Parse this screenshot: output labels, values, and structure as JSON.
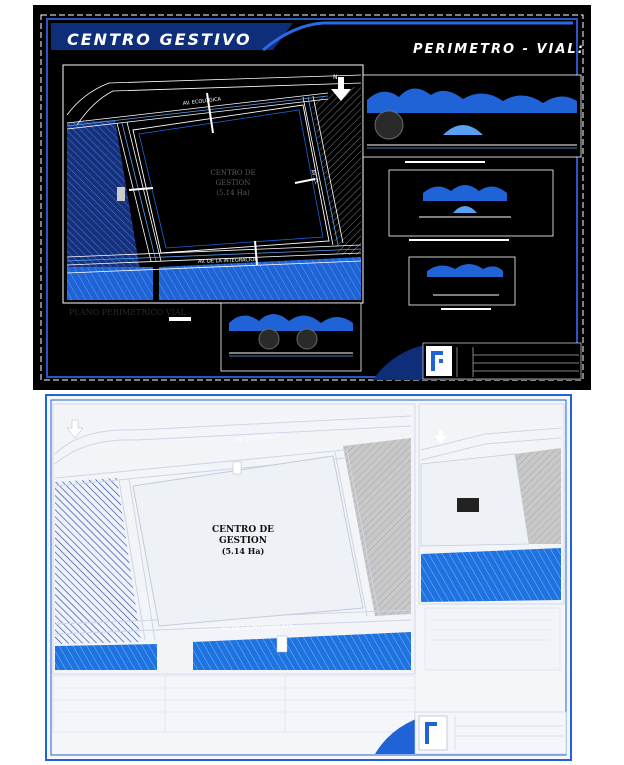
{
  "sheet1": {
    "title": "CENTRO GESTIVO",
    "subtitle": "PERIMETRO - VIAL:",
    "plan_caption": "PLANO PERIMETRICO VIAL",
    "center_label_line1": "CENTRO DE",
    "center_label_line2": "GESTION",
    "center_label_line3": "(5.14 Ha)",
    "street_top": "AV. ECOLOGICA",
    "street_bottom": "AV. DE LA INTEGRACION",
    "street_right": "AV. EL",
    "north": "N"
  },
  "sheet2": {
    "center_label_line1": "CENTRO DE",
    "center_label_line2": "GESTION",
    "center_label_line3": "(5.14 Ha)",
    "street_top": "AV. ECOLOGICA",
    "street_bottom": "AV. DE LA INTEGRACION"
  },
  "colors": {
    "dark_sheet_bg": "#000000",
    "accent_blue": "#1a5fd6",
    "light_blue": "#5aa0f0",
    "light_sheet_bg": "#f4f6fa",
    "hatch_dark": "#2a2a2a"
  },
  "icons": [
    "north-arrow-icon",
    "logo-icon",
    "tree-icon"
  ]
}
